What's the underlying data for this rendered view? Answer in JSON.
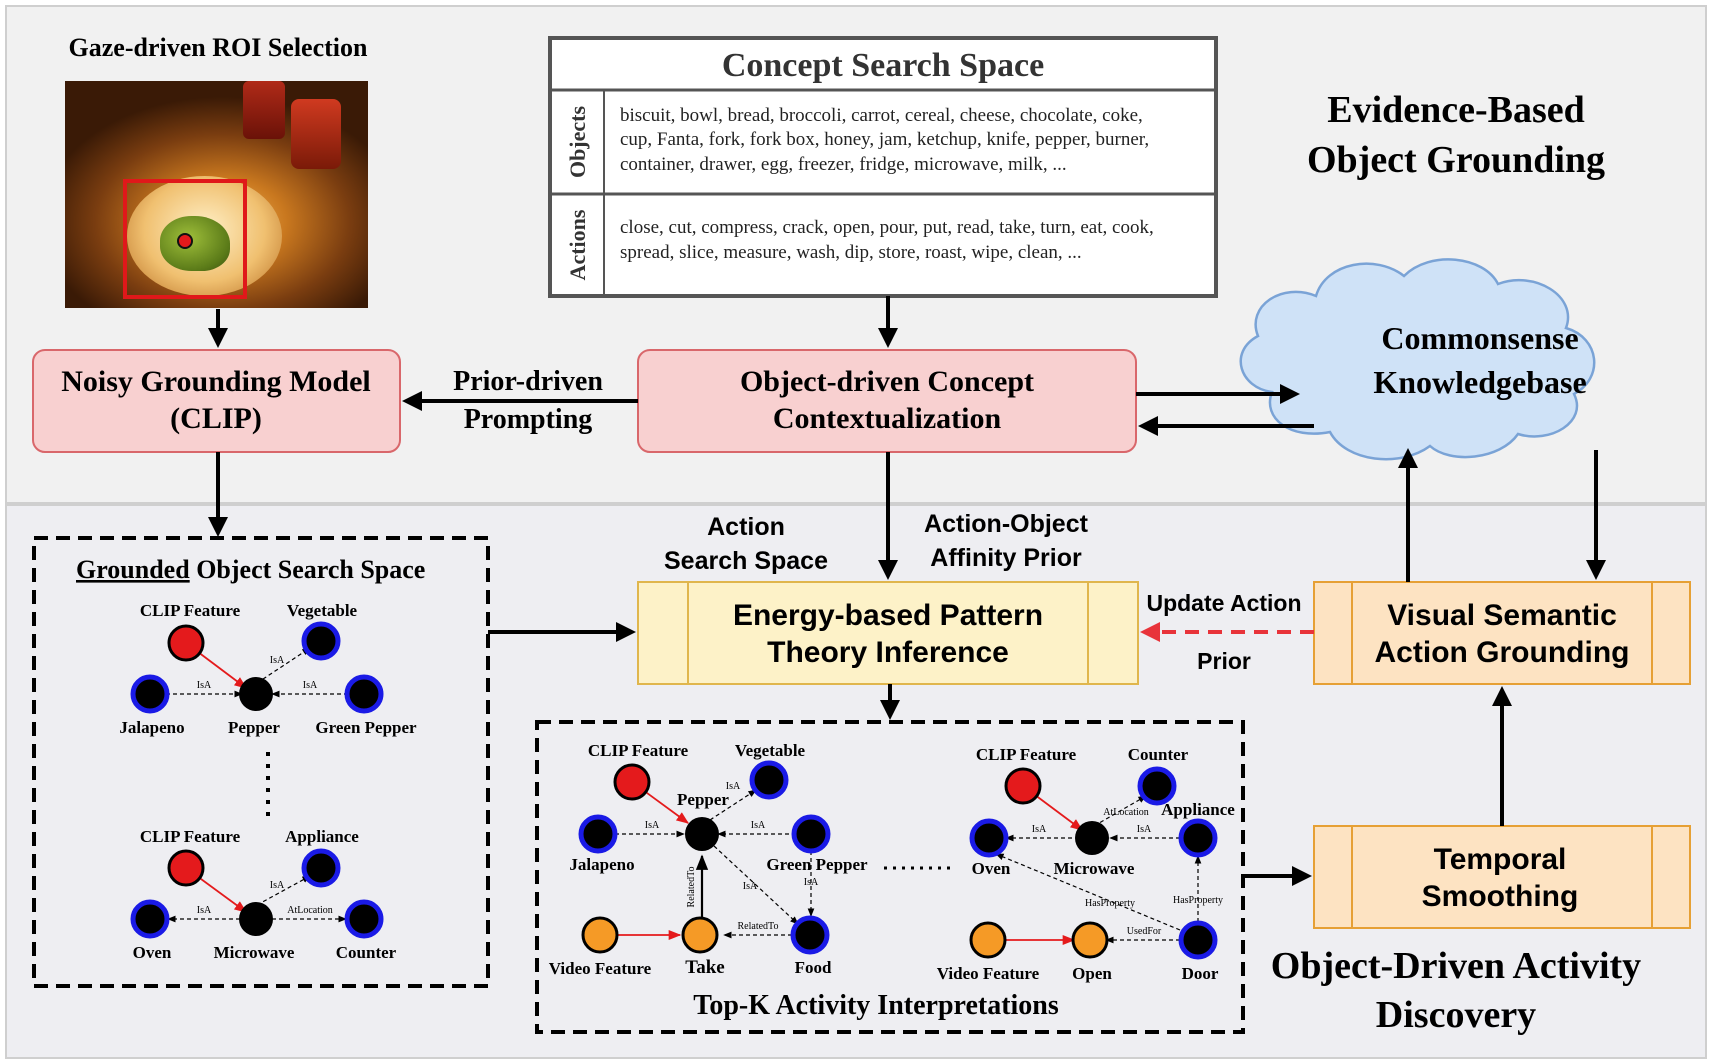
{
  "sections": {
    "evidence_title": [
      "Evidence-Based",
      "Object Grounding"
    ],
    "activity_title": [
      "Object-Driven Activity",
      "Discovery"
    ]
  },
  "gaze_roi": {
    "title": "Gaze-driven ROI Selection"
  },
  "concept_search_space": {
    "title": "Concept Search Space",
    "objects_label": "Objects",
    "objects_lines": [
      "biscuit, bowl, bread, broccoli, carrot, cereal, cheese, chocolate, coke,",
      "cup, Fanta, fork, fork box, honey, jam, ketchup, knife, pepper, burner,",
      "container, drawer, egg, freezer, fridge, microwave, milk, ..."
    ],
    "actions_label": "Actions",
    "actions_lines": [
      "close, cut, compress, crack, open, pour, put, read, take, turn, eat, cook,",
      "spread, slice, measure, wash, dip, store, roast, wipe, clean, ..."
    ]
  },
  "boxes": {
    "noisy_grounding": [
      "Noisy Grounding Model",
      "(CLIP)"
    ],
    "concept_context": [
      "Object-driven Concept",
      "Contextualization"
    ],
    "commonsense_kb": [
      "Commonsense",
      "Knowledgebase"
    ],
    "energy_inference": [
      "Energy-based Pattern",
      "Theory Inference"
    ],
    "visual_semantic": [
      "Visual Semantic",
      "Action Grounding"
    ],
    "temporal_smoothing": [
      "Temporal",
      "Smoothing"
    ]
  },
  "edge_labels": {
    "prior_prompting": [
      "Prior-driven",
      "Prompting"
    ],
    "action_search_space": [
      "Action",
      "Search Space"
    ],
    "affinity_prior": [
      "Action-Object",
      "Affinity Prior"
    ],
    "update_action": "Update Action",
    "prior": "Prior"
  },
  "grounded_space": {
    "title_underlined": "Grounded",
    "title_rest": " Object Search Space"
  },
  "topk": {
    "title": "Top-K Activity Interpretations"
  },
  "node_labels": {
    "clip_feature": "CLIP Feature",
    "vegetable": "Vegetable",
    "jalapeno": "Jalapeno",
    "pepper": "Pepper",
    "green_pepper": "Green Pepper",
    "appliance": "Appliance",
    "oven": "Oven",
    "microwave": "Microwave",
    "counter": "Counter",
    "video_feature": "Video Feature",
    "take": "Take",
    "food": "Food",
    "open": "Open",
    "door": "Door"
  },
  "relation_labels": {
    "isa": "IsA",
    "atlocation": "AtLocation",
    "relatedto": "RelatedTo",
    "hasproperty": "HasProperty",
    "usedfor": "UsedFor"
  },
  "colors": {
    "background_top": "#f1f1f1",
    "background_bottom": "#eeeef2",
    "pink_box": "#f8d0d0",
    "pink_border": "#d9676b",
    "yellow_box": "#fdf2c8",
    "yellow_border": "#e0b64d",
    "orange_box": "#fde3c2",
    "orange_border": "#e6a035",
    "cloud_fill": "#cfe2f7",
    "cloud_border": "#7aa3d6",
    "node_red": "#e41a1c",
    "node_blue": "#1a1ae6",
    "node_orange": "#f59a26",
    "node_black": "#000000",
    "dashed_red": "#e8333a"
  }
}
